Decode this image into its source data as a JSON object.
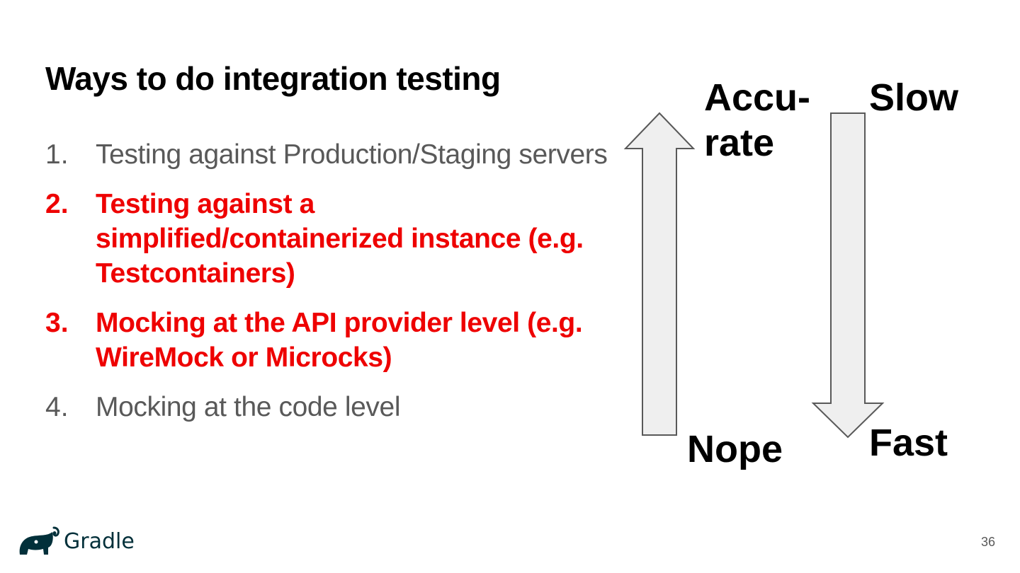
{
  "slide": {
    "title": "Ways to do integration testing",
    "items": [
      {
        "num": "1.",
        "text": "Testing against Production/Staging servers",
        "style": "gray"
      },
      {
        "num": "2.",
        "text": "Testing against a simplified/containerized instance (e.g. Testcontainers)",
        "style": "red"
      },
      {
        "num": "3.",
        "text": "Mocking at the API provider level (e.g. WireMock or Microcks)",
        "style": "red"
      },
      {
        "num": "4.",
        "text": "Mocking at the code level",
        "style": "gray"
      }
    ],
    "page_number": "36"
  },
  "diagram": {
    "up_arrow_top": "Accu- rate",
    "up_arrow_top_line1": "Accu-",
    "up_arrow_top_line2": "rate",
    "up_arrow_bottom": "Nope",
    "down_arrow_top": "Slow",
    "down_arrow_bottom": "Fast"
  },
  "logo": {
    "text": "Gradle",
    "icon": "gradle-elephant-icon"
  },
  "colors": {
    "accent_red": "#ee0000",
    "gray_text": "#595959",
    "arrow_fill": "#efefef",
    "logo": "#02303a"
  }
}
